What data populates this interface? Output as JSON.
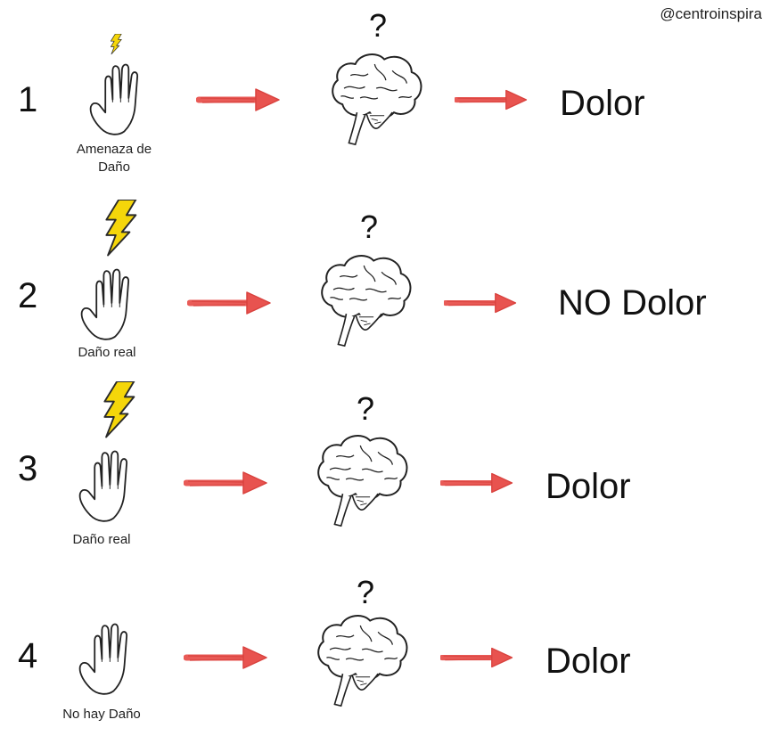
{
  "credit": "@centroinspira",
  "rows": [
    {
      "number": "1",
      "caption": "Amenaza de Daño",
      "question": "?",
      "outcome": "Dolor"
    },
    {
      "number": "2",
      "caption": "Daño real",
      "question": "?",
      "outcome": "NO Dolor"
    },
    {
      "number": "3",
      "caption": "Daño real",
      "question": "?",
      "outcome": "Dolor"
    },
    {
      "number": "4",
      "caption": "No hay Daño",
      "question": "?",
      "outcome": "Dolor"
    }
  ],
  "icons": {
    "hand": "hand-icon",
    "bolt": "lightning-bolt-icon",
    "brain": "brain-icon",
    "arrow": "arrow-right-icon"
  },
  "colors": {
    "arrow": "#e8534f",
    "bolt": "#f5d60a",
    "bolt_outline": "#2a2a2a"
  }
}
